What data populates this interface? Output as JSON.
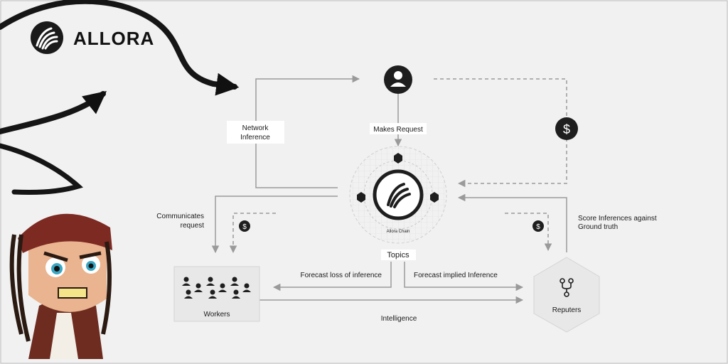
{
  "brand": {
    "name": "ALLORA"
  },
  "labels": {
    "network_inference": [
      "Network",
      "Inference"
    ],
    "makes_request": "Makes Request",
    "communicates_request": [
      "Communicates",
      "request"
    ],
    "score_inferences": [
      "Score Inferences against",
      "Ground truth"
    ],
    "chain": "Allora Chain",
    "topics": "Topics",
    "forecast_loss": "Forecast loss of inference",
    "forecast_implied": "Forecast implied Inference",
    "workers": "Workers",
    "reputers": "Reputers",
    "intelligence": "Intelligence",
    "dollar": "$"
  },
  "colors": {
    "line": "#9a9a9a",
    "dark": "#1e1e1e",
    "panel": "#e8e8e8"
  }
}
